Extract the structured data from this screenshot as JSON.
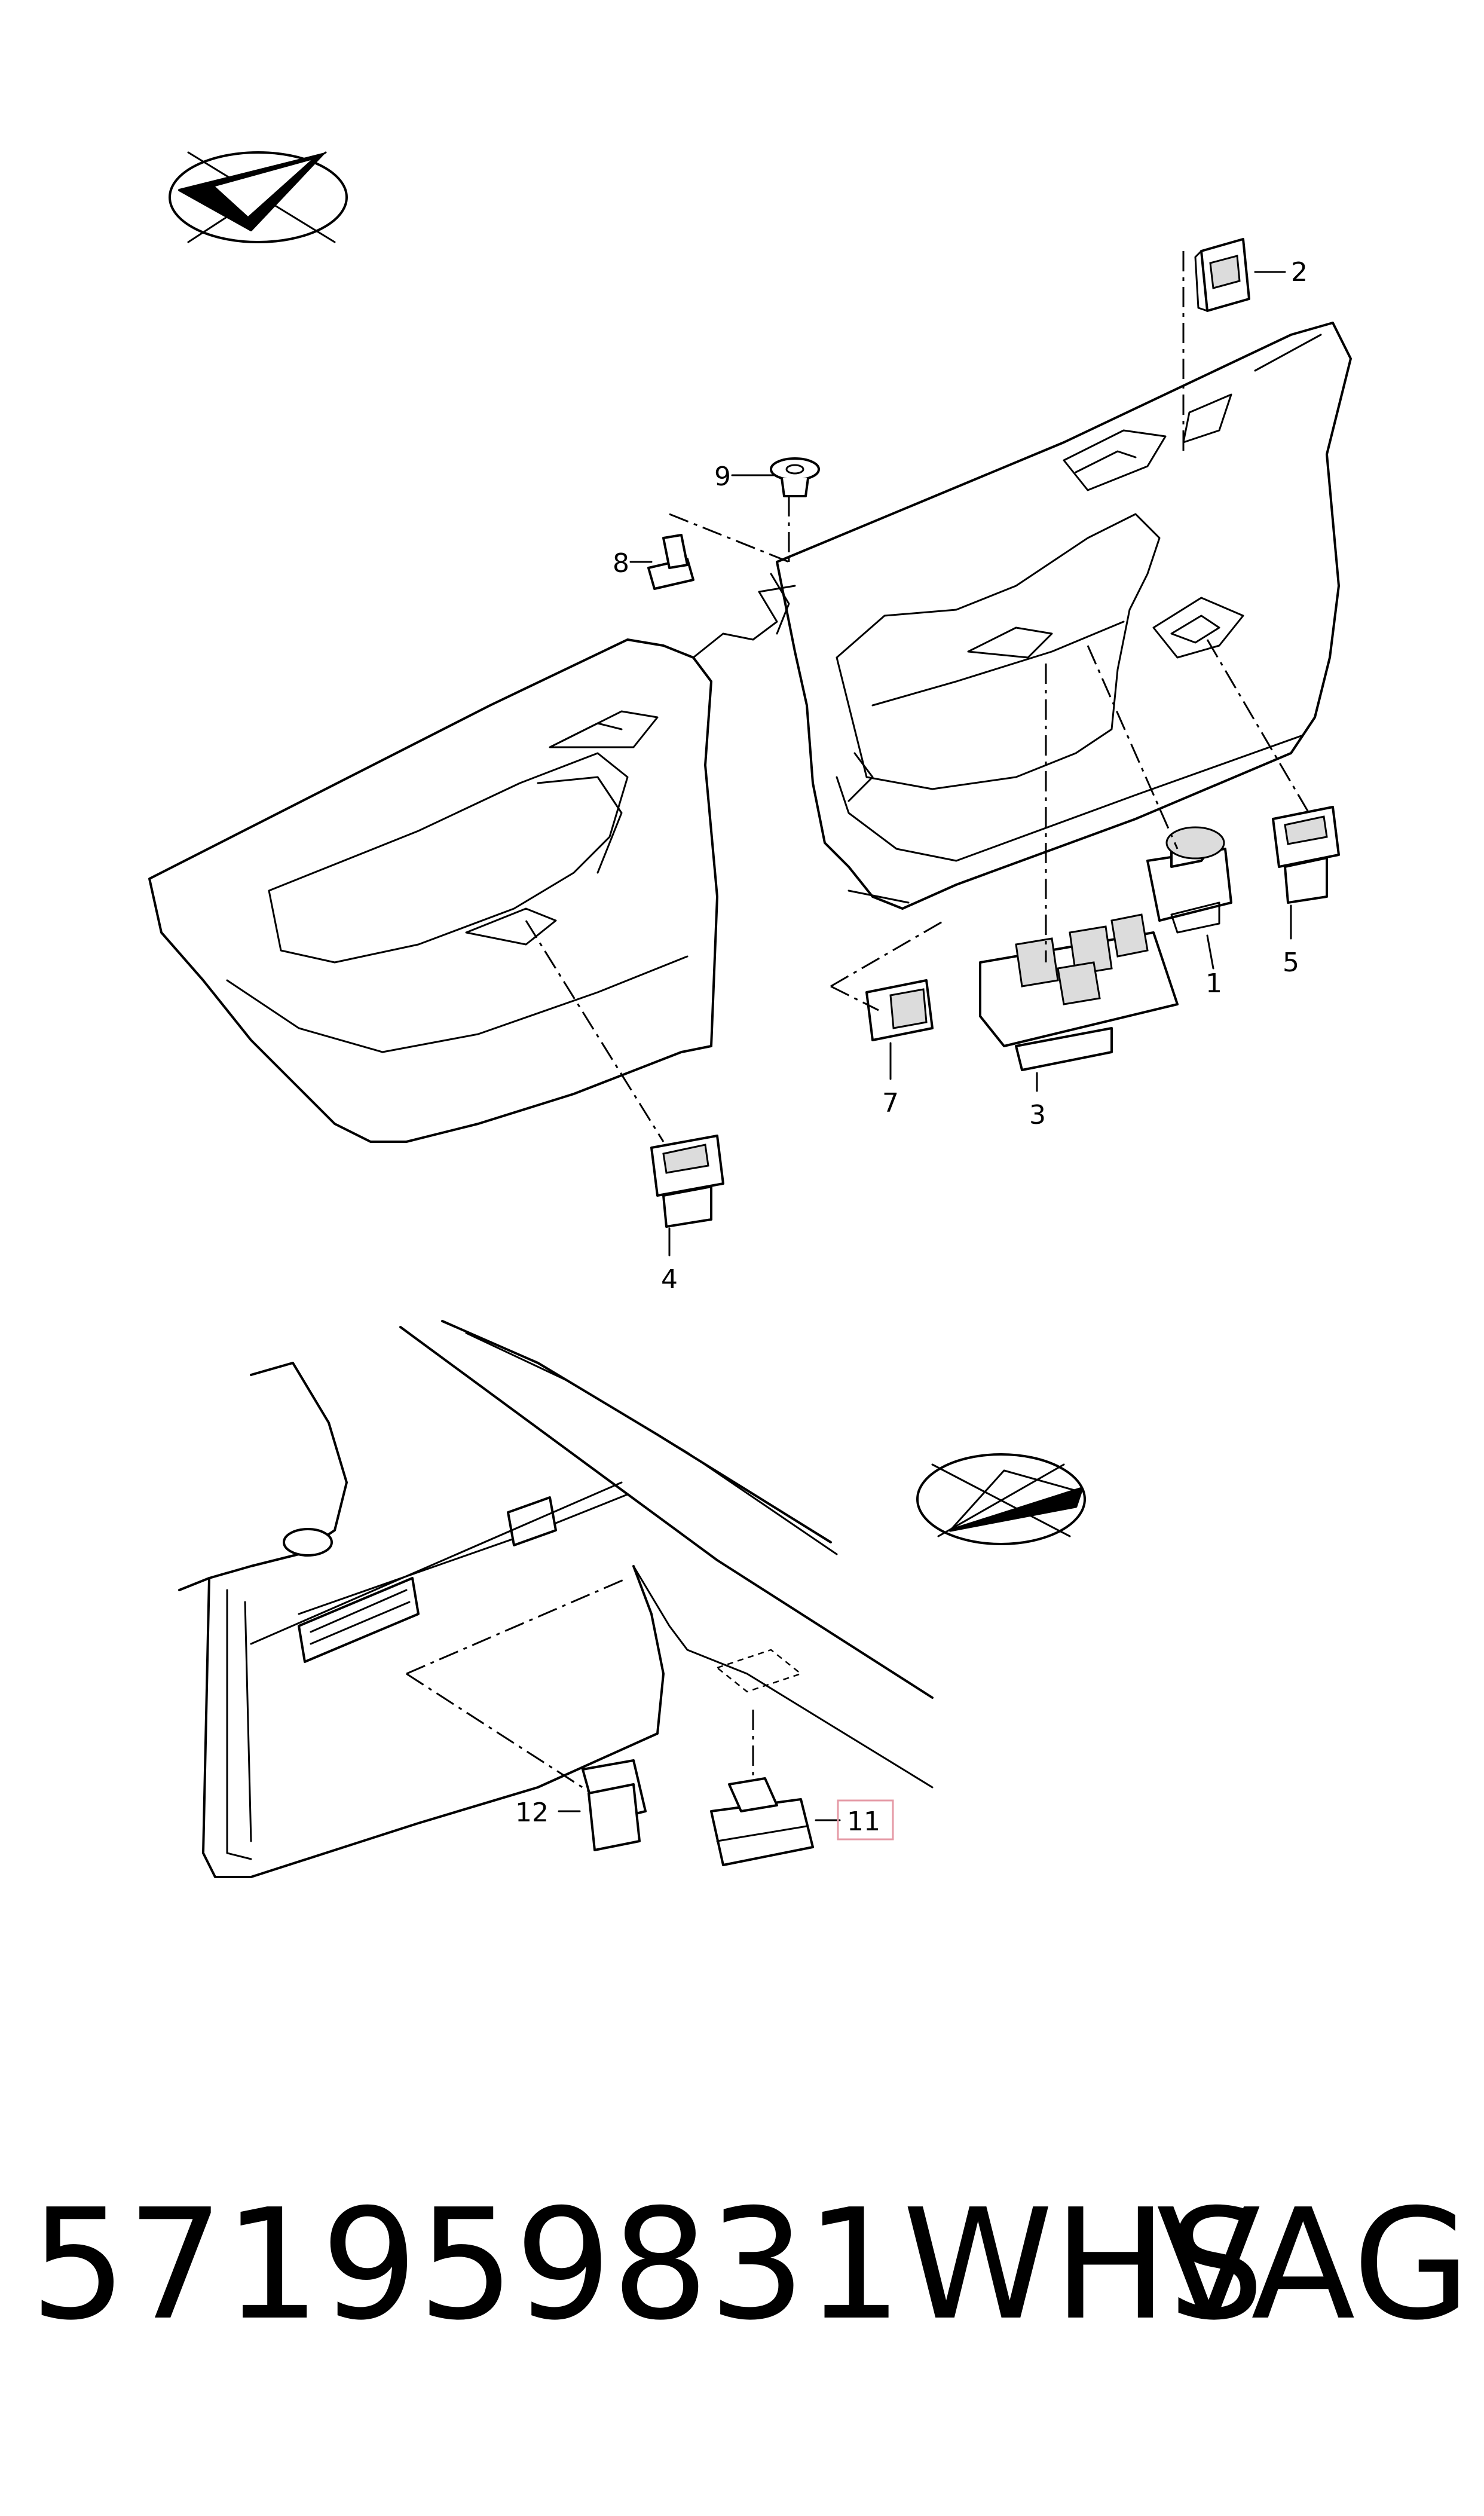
{
  "callouts": {
    "c1": "1",
    "c2": "2",
    "c3": "3",
    "c4": "4",
    "c5": "5",
    "c6": "7",
    "c7": "8",
    "c8": "9",
    "c9": "11",
    "c10": "12"
  },
  "highlight_color": "#e59aa6",
  "footer": {
    "part_number": "571959831WHS",
    "brand": "VAG"
  }
}
